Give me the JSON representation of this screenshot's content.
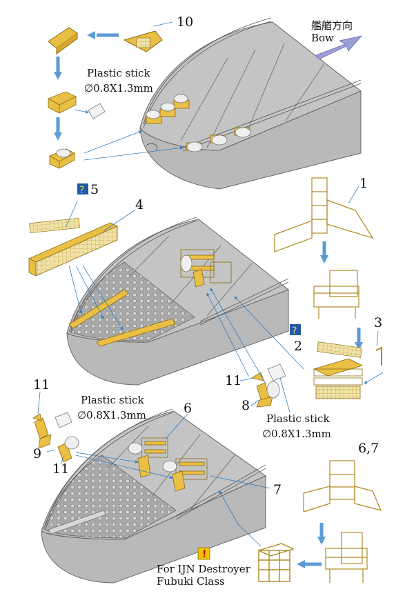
{
  "bow": {
    "label_cn": "艦艏方向",
    "label_en": "Bow"
  },
  "plastic_stick": {
    "label": "Plastic stick",
    "size": "∅0.8X1.3mm"
  },
  "part_numbers": {
    "p10": "10",
    "p5": "5",
    "p4": "4",
    "p1": "1",
    "p3": "3",
    "p2": "2",
    "p11a": "11",
    "p8": "8",
    "p11b": "11",
    "p9": "9",
    "p11c": "11",
    "p6": "6",
    "p67": "6,7",
    "p7": "7"
  },
  "note": {
    "line1": "For IJN Destroyer",
    "line2": "Fubuki Class"
  },
  "colors": {
    "deck": "#c4c4c4",
    "hull": "#b9b9b9",
    "part": "#e9bf45",
    "arrow": "#5b9bd5",
    "line": "#2c7fc2"
  }
}
